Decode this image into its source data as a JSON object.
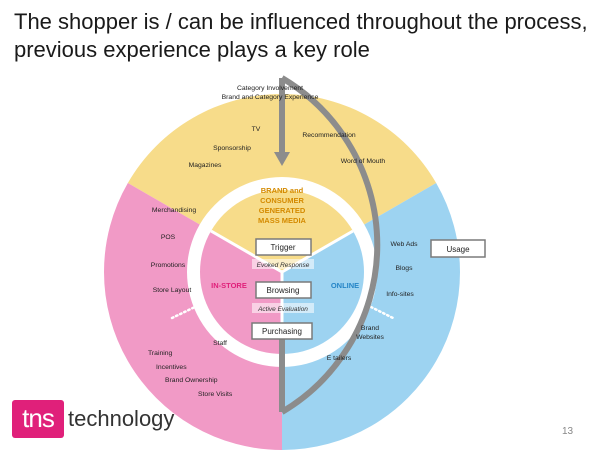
{
  "title": "The shopper is / can be influenced throughout the process, previous experience plays a key role",
  "colors": {
    "yellow": "#f7dc8a",
    "pink": "#f19ac6",
    "blue": "#9dd3f1",
    "arc": "#8c8c8c",
    "box_border": "#7a7a7a",
    "logo": "#e0207a",
    "center_text": "#d48a00"
  },
  "diagram": {
    "top_label_line1": "Category Involvement",
    "top_label_line2": "Brand and Category Experience",
    "outer_labels": {
      "tv": "TV",
      "recommendation": "Recommendation",
      "sponsorship": "Sponsorship",
      "magazines": "Magazines",
      "word_of_mouth": "Word of Mouth",
      "merchandising": "Merchandising",
      "pos": "POS",
      "promotions": "Promotions",
      "store_layout": "Store Layout",
      "staff": "Staff",
      "web_ads": "Web Ads",
      "blogs": "Blogs",
      "info_sites": "Info-sites",
      "brand_websites_line1": "Brand",
      "brand_websites_line2": "Websites",
      "e_tailers": "E tailers"
    },
    "outside_labels": {
      "training": "Training",
      "incentives": "Incentives",
      "brand_ownership": "Brand Ownership",
      "store_visits": "Store Visits"
    },
    "center": {
      "media_line1": "BRAND and",
      "media_line2": "CONSUMER",
      "media_line3": "GENERATED",
      "media_line4": "MASS MEDIA",
      "in_store": "IN-STORE",
      "online": "ONLINE"
    },
    "stages": {
      "trigger": "Trigger",
      "evoked_response": "Evoked Response",
      "browsing": "Browsing",
      "active_evaluation": "Active Evaluation",
      "purchasing": "Purchasing"
    },
    "usage": "Usage"
  },
  "logo": {
    "brand": "tns",
    "text": "technology"
  },
  "page_number": "13"
}
